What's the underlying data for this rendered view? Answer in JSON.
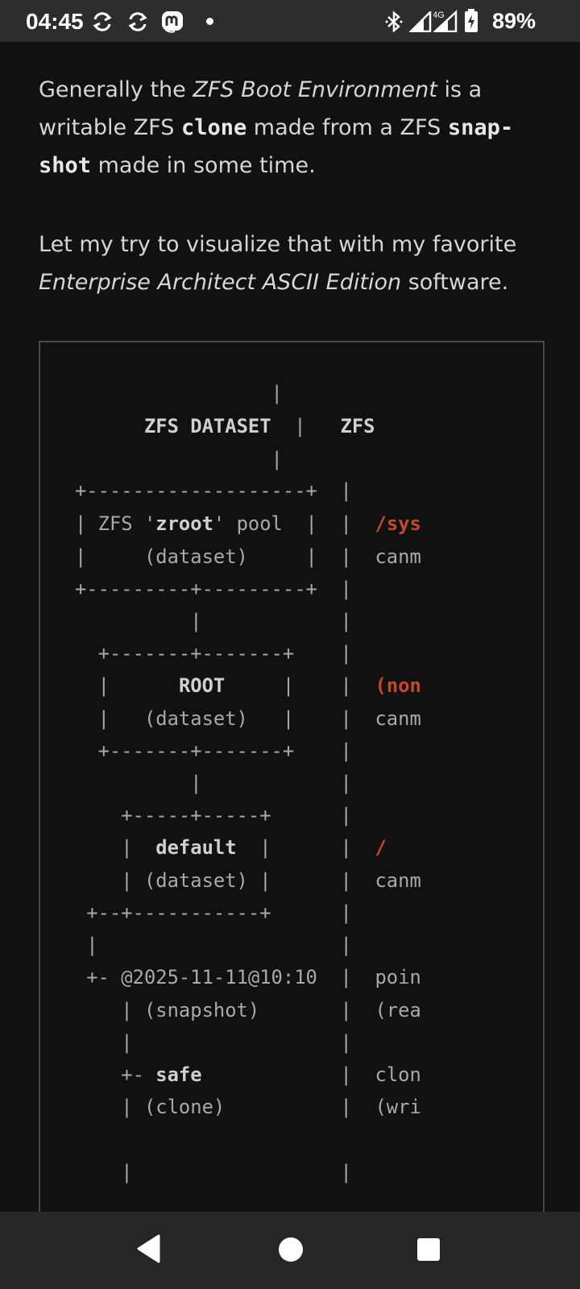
{
  "status_bar": {
    "time": "04:45",
    "battery": "89%",
    "network": "4G",
    "icons": [
      "sync-icon",
      "sync-icon",
      "mastodon-icon",
      "notification-dot",
      "bluetooth-icon",
      "signal-icon",
      "signal-4g-icon",
      "battery-charging-icon"
    ]
  },
  "article": {
    "p1": {
      "t1": "Generally the ",
      "e1": "ZFS Boot Environment",
      "t2": " is a writable ZFS ",
      "c1": "clone",
      "t3": " made from a ZFS ",
      "c2": "snap-shot",
      "t4": " made in some time."
    },
    "p2": {
      "t1": "Let my try to visualize that with my favorite ",
      "e1": "Enterprise Architect ASCII Edition",
      "t2": " software."
    }
  },
  "diagram": {
    "l01": [
      "                    |  "
    ],
    "l02": [
      "         ",
      "ZFS DATASET",
      "  |   ",
      "ZFS"
    ],
    "l03": [
      "                    |  "
    ],
    "l04": [
      "   +-------------------+  |  "
    ],
    "l05": [
      "   | ZFS '",
      "zroot",
      "' pool  |  |  ",
      "/sys"
    ],
    "l06": [
      "   |     (dataset)     |  |  canm"
    ],
    "l07": [
      "   +---------+---------+  |  "
    ],
    "l08": [
      "             |            |  "
    ],
    "l09": [
      "     +-------+-------+    |  "
    ],
    "l10": [
      "     |      ",
      "ROOT",
      "     |    |  ",
      "(non"
    ],
    "l11": [
      "     |   (dataset)   |    |  canm"
    ],
    "l12": [
      "     +-------+-------+    |  "
    ],
    "l13": [
      "             |            |  "
    ],
    "l14": [
      "       +-----+-----+      |  "
    ],
    "l15": [
      "       |  ",
      "default",
      "  |      |  ",
      "/"
    ],
    "l16": [
      "       | (dataset) |      |  canm"
    ],
    "l17": [
      "    +--+-----------+      |  "
    ],
    "l18": [
      "    |                     |  "
    ],
    "l19": [
      "    +- @2025-11-11@10:10  |  poin"
    ],
    "l20": [
      "       | (snapshot)       |  (rea"
    ],
    "l21": [
      "       |                  |  "
    ],
    "l22": [
      "       +- ",
      "safe",
      "            |  clon"
    ],
    "l23": [
      "       | (clone)          |  (wri"
    ],
    "l24": [
      "                          "
    ],
    "l25": [
      "       |                  |  "
    ]
  },
  "nav_bar": {
    "buttons": [
      "back-button",
      "home-button",
      "recents-button"
    ]
  }
}
